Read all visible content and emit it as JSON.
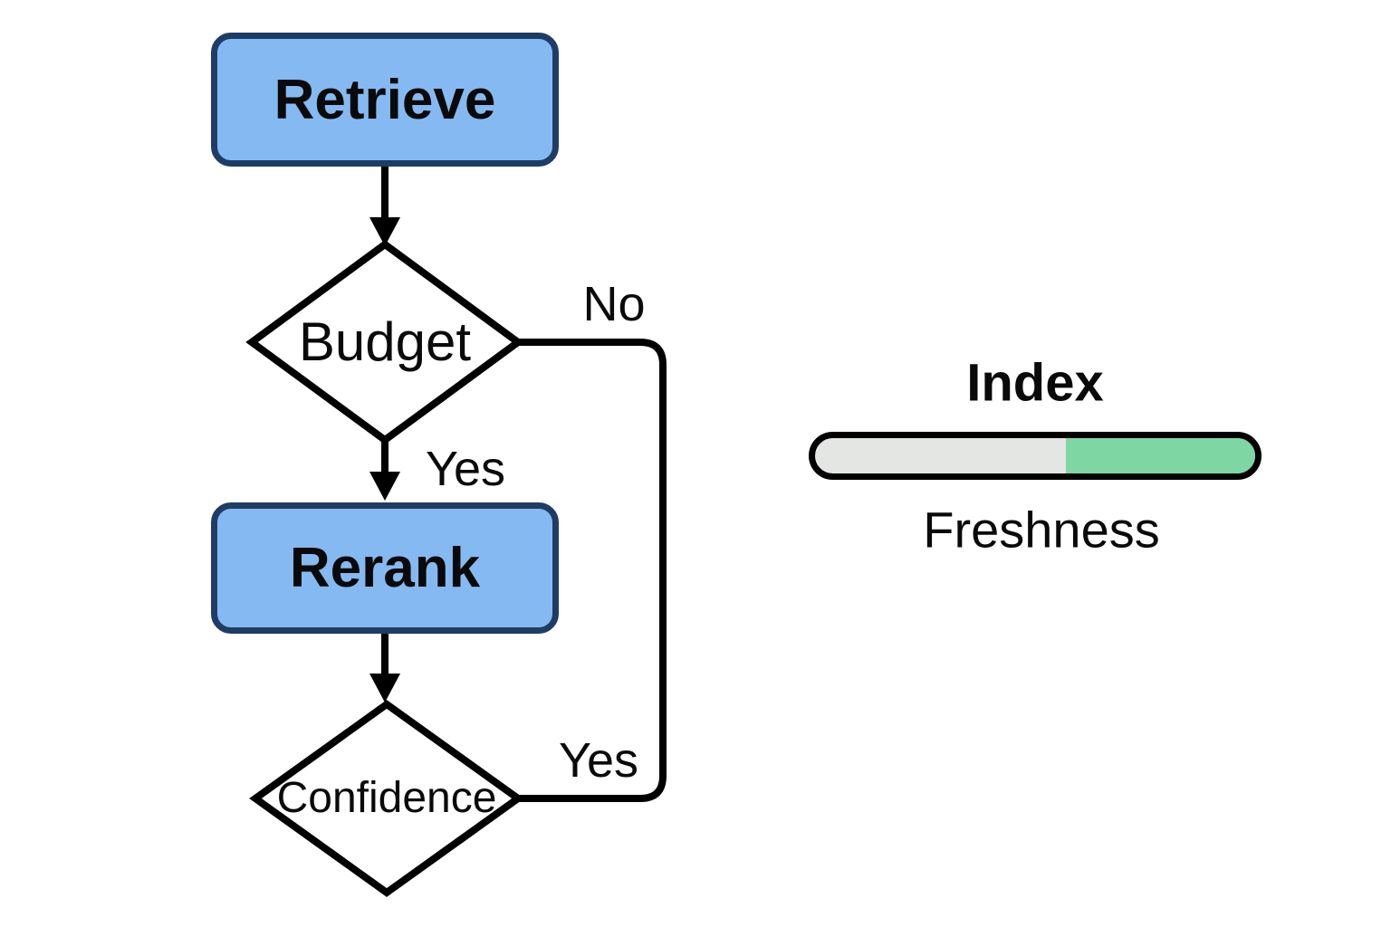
{
  "colors": {
    "node_fill": "#85B9F2",
    "node_border": "#1F3D64",
    "line": "#000000",
    "gauge_track": "#E4E6E3",
    "gauge_fill": "#7ED7A3",
    "gauge_border": "#000000"
  },
  "flowchart": {
    "nodes": {
      "retrieve": {
        "label": "Retrieve",
        "type": "process"
      },
      "budget": {
        "label": "Budget",
        "type": "decision"
      },
      "rerank": {
        "label": "Rerank",
        "type": "process"
      },
      "confidence": {
        "label": "Confidence",
        "type": "decision"
      }
    },
    "edges": {
      "budget_no": {
        "label": "No"
      },
      "budget_yes": {
        "label": "Yes"
      },
      "confidence_yes": {
        "label": "Yes"
      }
    }
  },
  "gauge": {
    "title": "Index",
    "caption": "Freshness",
    "fill_percent": 43,
    "fill_style": "width:43%"
  }
}
